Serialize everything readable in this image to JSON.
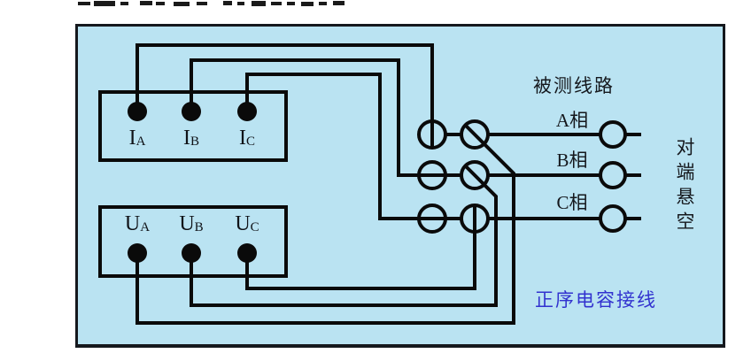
{
  "panel": {
    "background_color": "#bae3f2",
    "wire_color": "#0a0a0a",
    "caption_color": "#3232cf"
  },
  "instrument": {
    "current_terminals": [
      {
        "base": "I",
        "sub": "A"
      },
      {
        "base": "I",
        "sub": "B"
      },
      {
        "base": "I",
        "sub": "C"
      }
    ],
    "voltage_terminals": [
      {
        "base": "U",
        "sub": "A"
      },
      {
        "base": "U",
        "sub": "B"
      },
      {
        "base": "U",
        "sub": "C"
      }
    ]
  },
  "line_under_test": {
    "title": "被测线路",
    "phases": [
      "A相",
      "B相",
      "C相"
    ],
    "far_end_label": "对端悬空"
  },
  "caption": "正序电容接线"
}
